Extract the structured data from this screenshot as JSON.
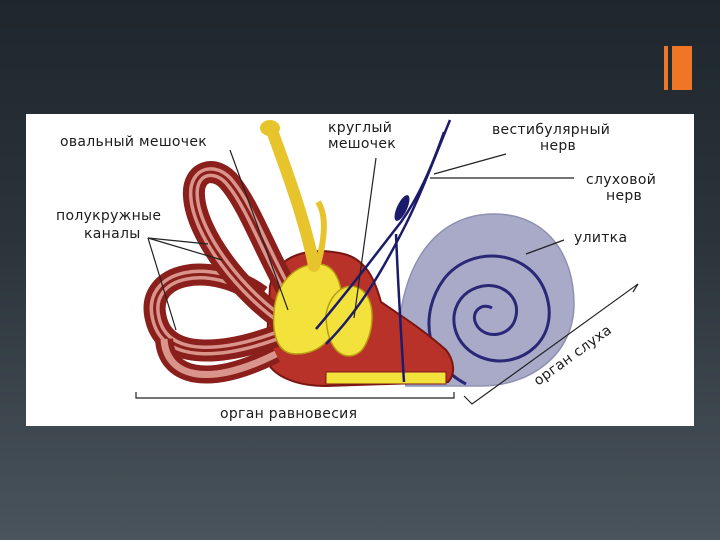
{
  "slide": {
    "accent_color": "#ee7624",
    "background_color": "#2a333a"
  },
  "diagram": {
    "labels": {
      "oval_sac": "овальный мешочек",
      "round_sac_line1": "круглый",
      "round_sac_line2": "мешочек",
      "vestibular_nerve_line1": "вестибулярный",
      "vestibular_nerve_line2": "нерв",
      "auditory_nerve_line1": "слуховой",
      "auditory_nerve_line2": "нерв",
      "semicircular_line1": "полукружные",
      "semicircular_line2": "каналы",
      "cochlea": "улитка",
      "balance_organ": "орган равновесия",
      "hearing_organ": "орган слуха"
    },
    "colors": {
      "canal_outer": "#8a1f1b",
      "canal_inner": "#d9948c",
      "vestibule": "#b8322a",
      "sac_yellow": "#f4e23c",
      "endolymph": "#e8c42c",
      "cochlea_fill": "#a8aac8",
      "nerve": "#1c1a6b"
    }
  }
}
